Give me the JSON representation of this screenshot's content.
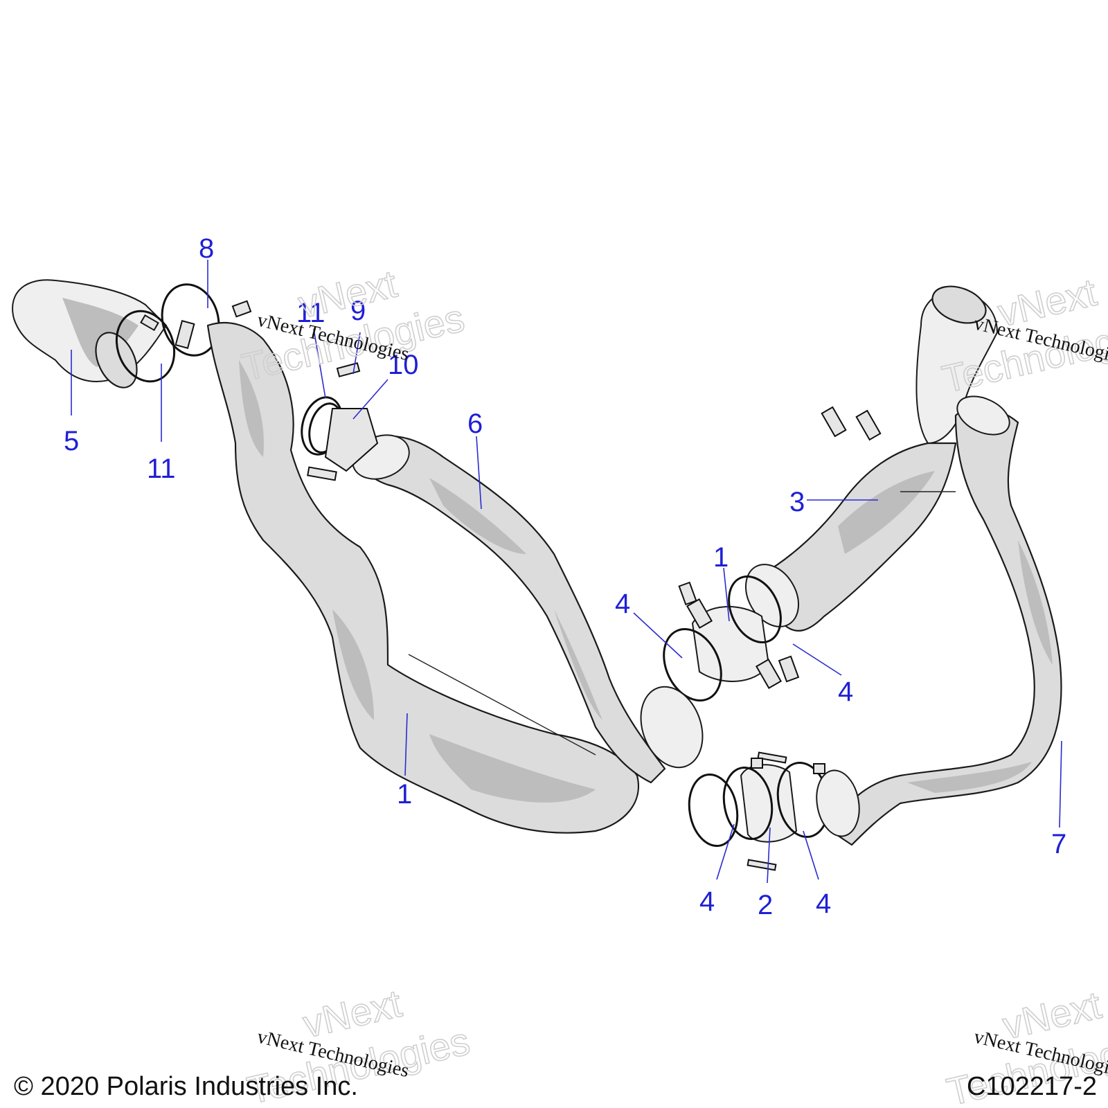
{
  "callouts": [
    {
      "id": "c1a",
      "label": "1"
    },
    {
      "id": "c1b",
      "label": "1"
    },
    {
      "id": "c2",
      "label": "2"
    },
    {
      "id": "c3",
      "label": "3"
    },
    {
      "id": "c4a",
      "label": "4"
    },
    {
      "id": "c4b",
      "label": "4"
    },
    {
      "id": "c4c",
      "label": "4"
    },
    {
      "id": "c4d",
      "label": "4"
    },
    {
      "id": "c5",
      "label": "5"
    },
    {
      "id": "c6",
      "label": "6"
    },
    {
      "id": "c7",
      "label": "7"
    },
    {
      "id": "c8",
      "label": "8"
    },
    {
      "id": "c9",
      "label": "9"
    },
    {
      "id": "c10",
      "label": "10"
    },
    {
      "id": "c11a",
      "label": "11"
    },
    {
      "id": "c11b",
      "label": "11"
    }
  ],
  "watermark": {
    "brand_line1": "vNext",
    "brand_line2": "Technologies",
    "small": "vNext Technologies"
  },
  "footer": {
    "copyright": "© 2020 Polaris Industries Inc.",
    "part_code": "C102217-2"
  },
  "colors": {
    "callout": "#1f1fd6",
    "part_fill": "#dcdcdc"
  }
}
